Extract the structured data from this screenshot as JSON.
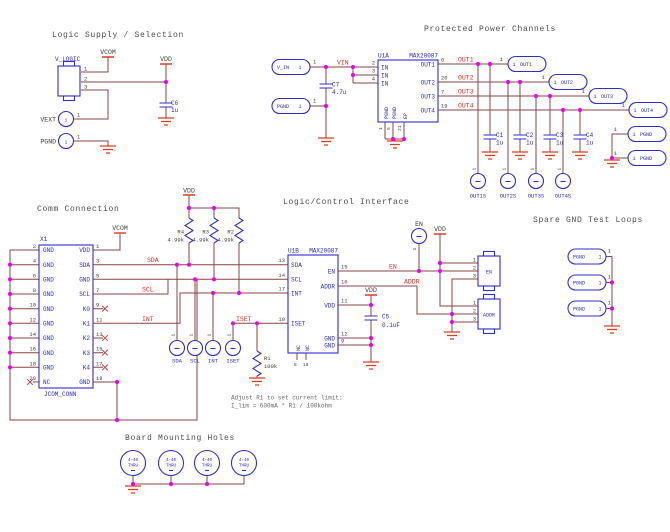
{
  "common": {
    "one": "1"
  },
  "titles": {
    "supply": "Logic Supply / Selection",
    "power": "Protected Power Channels",
    "comm": "Comm Connection",
    "ctrl": "Logic/Control Interface",
    "spare": "Spare GND Test Loops",
    "mount": "Board Mounting Holes"
  },
  "supply": {
    "vcom": "VCOM",
    "vdd": "VDD",
    "ref": "V_LOGIC",
    "pins": [
      "1",
      "2",
      "3"
    ],
    "cap_ref": "C6",
    "cap_val": "1u",
    "vext": "VEXT",
    "pgnd": "PGND"
  },
  "power": {
    "vin_conn": "V_IN",
    "vin_net": "VIN",
    "cap_ref": "C7",
    "cap_val": "4.7u",
    "pgnd_conn": "PGND",
    "ref": "U1A",
    "part": "MAX20087",
    "in_name": "IN",
    "in_pins": [
      "2",
      "3",
      "4"
    ],
    "outs": [
      {
        "name": "OUT1",
        "pin": "6",
        "net": "OUT1",
        "cap_ref": "C1",
        "cap_val": "1u",
        "tp": "OUT1S"
      },
      {
        "name": "OUT2",
        "pin": "20",
        "net": "OUT2",
        "cap_ref": "C2",
        "cap_val": "1u",
        "tp": "OUT2S"
      },
      {
        "name": "OUT3",
        "pin": "7",
        "net": "OUT3",
        "cap_ref": "C3",
        "cap_val": "1u",
        "tp": "OUT3S"
      },
      {
        "name": "OUT4",
        "pin": "19",
        "net": "OUT4",
        "cap_ref": "C4",
        "cap_val": "1u",
        "tp": "OUT4S"
      }
    ],
    "gnd_names": [
      "PGND",
      "PGND",
      "EP"
    ],
    "gnd_nums": [
      "1",
      "5",
      "21"
    ],
    "pgnd_loop": "PGND"
  },
  "comm": {
    "ref": "X1",
    "footer": "JCOM_CONN",
    "vcom": "VCOM",
    "left_nums": [
      "2",
      "4",
      "6",
      "8",
      "10",
      "12",
      "14",
      "16",
      "18",
      "20"
    ],
    "left_names": [
      "GND",
      "GND",
      "GND",
      "GND",
      "GND",
      "GND",
      "GND",
      "GND",
      "GND",
      "NC"
    ],
    "right_nums": [
      "1",
      "3",
      "5",
      "7",
      "9",
      "11",
      "13",
      "15",
      "17",
      "19"
    ],
    "right_names": [
      "VDD",
      "SDA",
      "GND",
      "SCL",
      "K0",
      "K1",
      "K2",
      "K3",
      "K4",
      "GND"
    ],
    "sda": "SDA",
    "scl": "SCL",
    "int": "INT"
  },
  "ctrl": {
    "vdd": "VDD",
    "rnet": [
      {
        "ref": "R4",
        "val": "4.99k"
      },
      {
        "ref": "R3",
        "val": "4.99k"
      },
      {
        "ref": "R2",
        "val": "4.99k"
      }
    ],
    "ref": "U1B",
    "part": "MAX20087",
    "lpins": [
      {
        "n": "13",
        "name": "SDA"
      },
      {
        "n": "14",
        "name": "SCL"
      },
      {
        "n": "17",
        "name": "INT"
      },
      {
        "n": "10",
        "name": "ISET"
      }
    ],
    "rpins": [
      {
        "n": "15",
        "name": "EN"
      },
      {
        "n": "16",
        "name": "ADDR"
      },
      {
        "n": "11",
        "name": "VDD"
      },
      {
        "n": "12",
        "name": "GND"
      },
      {
        "n": "9",
        "name": "GND"
      }
    ],
    "nc_name": "NC",
    "nc_nums": [
      "8",
      "18"
    ],
    "iset_net": "ISET",
    "en_net": "EN",
    "addr_net": "ADDR",
    "en_tp": "EN",
    "tps": [
      "SDA",
      "SCL",
      "INT",
      "ISET"
    ],
    "r1": {
      "ref": "R1",
      "val": "100k"
    },
    "c5": {
      "ref": "C5",
      "val": "0.1uF"
    },
    "jp_en": "EN",
    "jp_addr": "ADDR",
    "jp_pins": [
      "1",
      "2",
      "3"
    ],
    "note1": "Adjust R1 to set current limit:",
    "note2": "I_lim = 600mA * R1 / 100kohm"
  },
  "spare": {
    "name": "PGND"
  },
  "mount": {
    "l1": "4-40",
    "l2": "THRU"
  },
  "colors": {
    "wire": "#8a4444",
    "symbol": "#2f2fd0",
    "net_label": "#d03020",
    "ground": "#e03a1e",
    "junction": "#ee00ee",
    "text": "#3f3f3f",
    "blue_text": "#2828c8",
    "title": "#4d4d4d",
    "background": "#ffffff"
  }
}
